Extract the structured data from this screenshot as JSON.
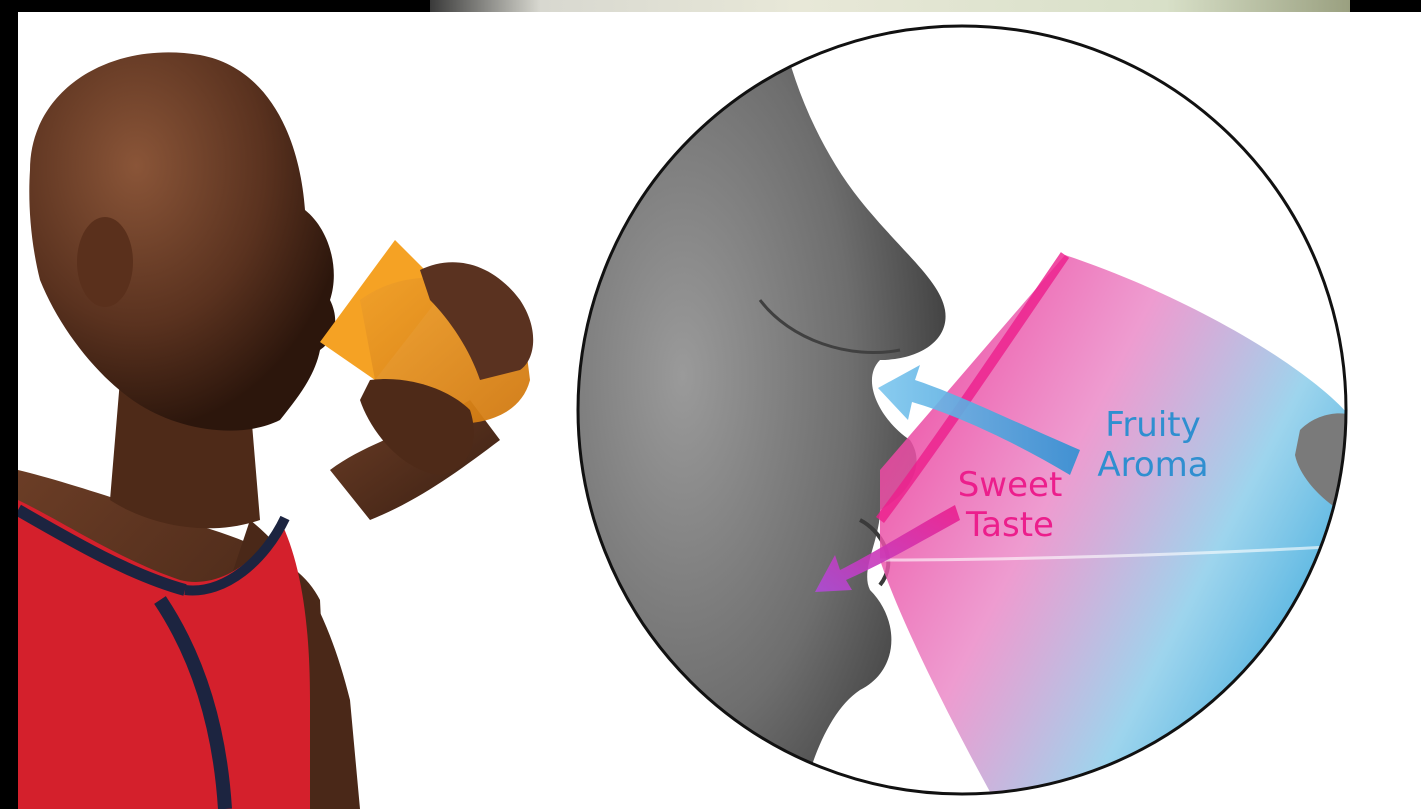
{
  "image": {
    "description_colors": {
      "fruity_aroma": "#2f8fd0",
      "sweet_taste": "#ec1e8c",
      "shirt": "#d4202c",
      "drink": "#e08a14"
    }
  },
  "labels": {
    "fruity_aroma": [
      "Fruity",
      "Aroma"
    ],
    "sweet_taste": [
      "Sweet",
      "Taste"
    ]
  }
}
